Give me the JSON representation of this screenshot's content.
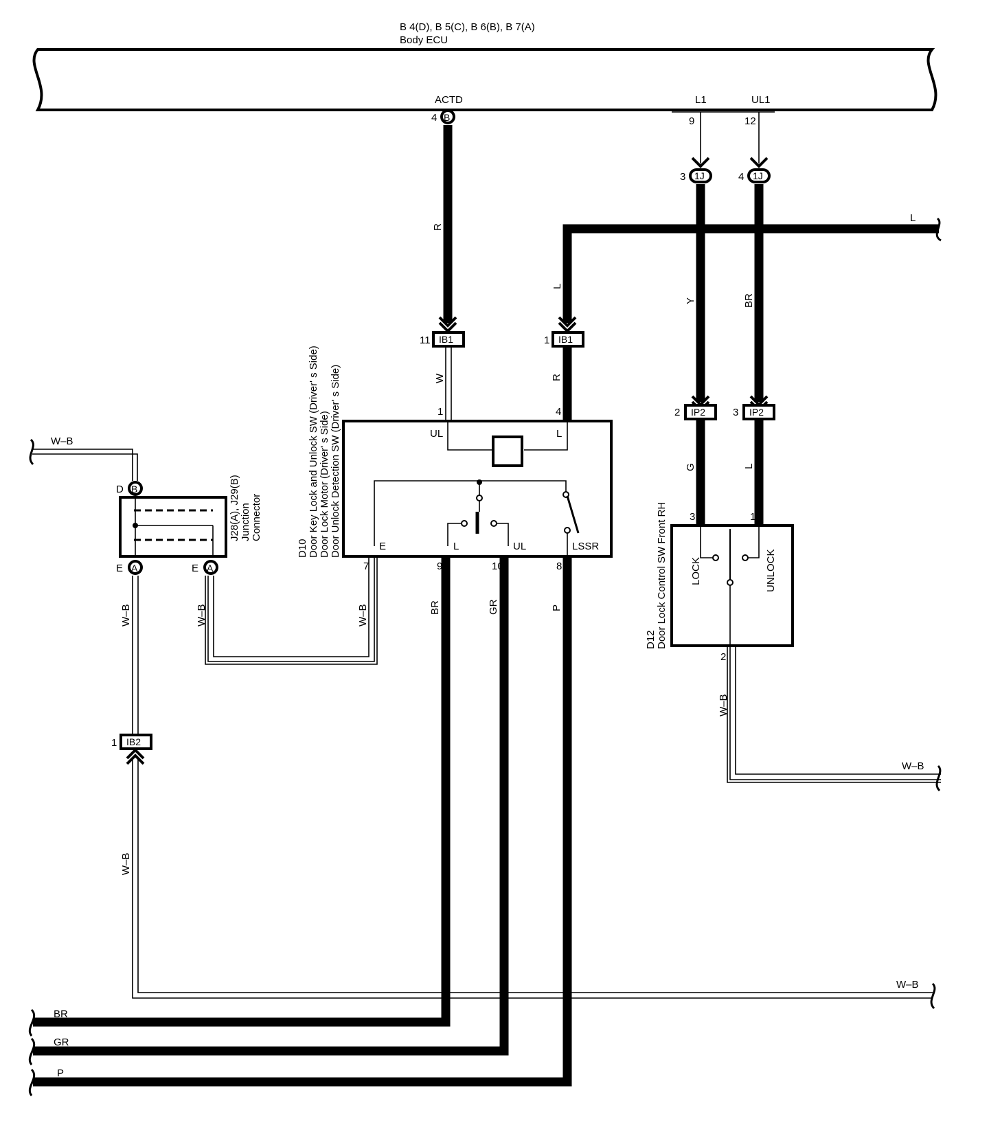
{
  "ecu": {
    "header": "B 4(D), B 5(C), B 6(B), B 7(A)",
    "name": "Body ECU",
    "pins": {
      "actd": {
        "name": "ACTD",
        "num": "4",
        "conn": "B"
      },
      "l1": {
        "name": "L1",
        "num": "9"
      },
      "ul1": {
        "name": "UL1",
        "num": "12"
      }
    }
  },
  "junction_1j": {
    "left": {
      "num": "3",
      "conn": "1J"
    },
    "right": {
      "num": "4",
      "conn": "1J"
    }
  },
  "connectors": {
    "ib1_left": {
      "num": "11",
      "name": "IB1"
    },
    "ib1_right": {
      "num": "1",
      "name": "IB1"
    },
    "ip2_left": {
      "num": "2",
      "name": "IP2"
    },
    "ip2_right": {
      "num": "3",
      "name": "IP2"
    },
    "ib2": {
      "num": "1",
      "name": "IB2"
    }
  },
  "wires": {
    "actd": "R",
    "l_main": "L",
    "l_right": "L",
    "l1": "Y",
    "ul1": "BR",
    "ib1_left_down": "W",
    "ib1_right_down": "R",
    "ip2_left_down": "G",
    "ip2_right_down": "L",
    "wb_top": "W–B",
    "wb_e_left": "W–B",
    "wb_e_right": "W–B",
    "wb_e7": "W–B",
    "br": "BR",
    "gr": "GR",
    "p": "P",
    "wb_d12": "W–B",
    "wb_d12_right": "W–B",
    "wb_ib2": "W–B",
    "wb_bottom_right": "W–B",
    "out_br": "BR",
    "out_gr": "GR",
    "out_p": "P"
  },
  "d10": {
    "title": [
      "D10",
      "Door Key Lock and Unlock SW (Driver' s Side)",
      "Door Lock Motor (Driver' s Side)",
      "Door Unlock Detection SW (Driver' s Side)"
    ],
    "pins": {
      "ul": "UL",
      "l_top": "L",
      "e": "E",
      "l": "L",
      "ul_b": "UL",
      "lssr": "LSSR"
    },
    "nums": {
      "p1": "1",
      "p4": "4",
      "p7": "7",
      "p9": "9",
      "p10": "10",
      "p8": "8"
    }
  },
  "junction_connector": {
    "title": [
      "J28(A), J29(B)",
      "Junction",
      "Connector"
    ],
    "d_label": "D",
    "b_conn": "B",
    "e_left": "E",
    "a_left": "A",
    "e_right": "E",
    "a_right": "A"
  },
  "d12": {
    "title": [
      "D12",
      "Door Lock Control SW Front RH"
    ],
    "lock": "LOCK",
    "unlock": "UNLOCK",
    "p3": "3",
    "p1": "1",
    "p2": "2"
  }
}
